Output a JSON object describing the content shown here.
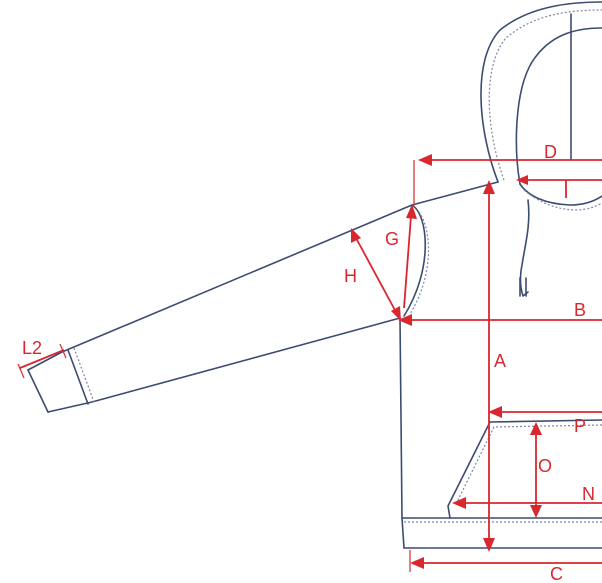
{
  "measurements": {
    "A": "A",
    "B": "B",
    "C": "C",
    "D": "D",
    "G": "G",
    "H": "H",
    "L2": "L2",
    "N": "N",
    "O": "O",
    "P": "P"
  },
  "colors": {
    "outline": "#3c4b70",
    "measurement": "#d9272e"
  }
}
